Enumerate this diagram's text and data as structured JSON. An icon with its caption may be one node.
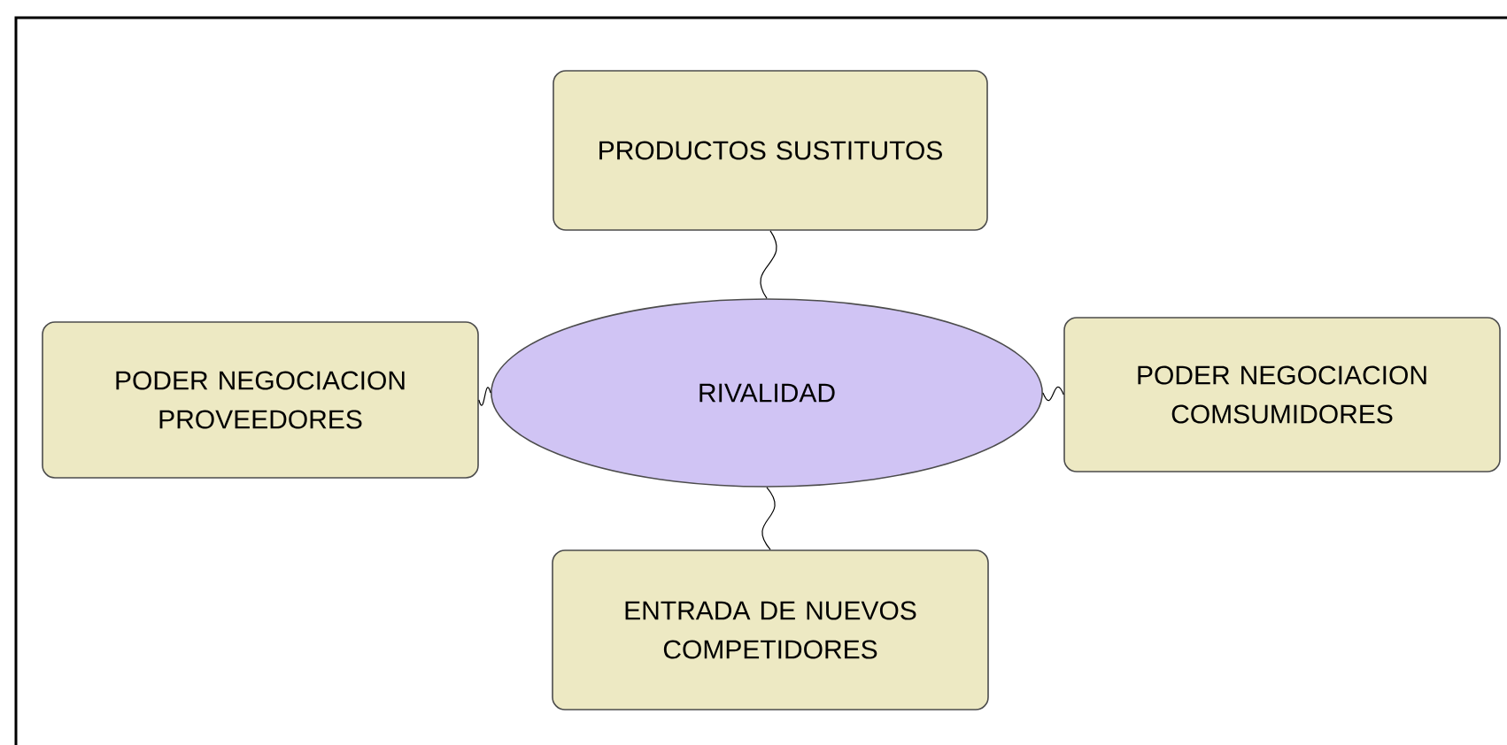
{
  "diagram": {
    "nodes": [
      {
        "text": [
          "RIVALIDAD"
        ]
      },
      {
        "text": [
          "PRODUCTOS SUSTITUTOS"
        ]
      },
      {
        "text": [
          "PODER NEGOCIACION PROVEEDORES"
        ]
      },
      {
        "text": [
          "PODER NEGOCIACION COMSUMIDORES"
        ]
      },
      {
        "text": [
          "ENTRADA DE NUEVOS COMPETIDORES"
        ]
      }
    ],
    "edges": [
      {
        "from": 0,
        "to": 1,
        "arrow": "none"
      },
      {
        "from": 0,
        "to": 2,
        "arrow": "none"
      },
      {
        "from": 0,
        "to": 3,
        "arrow": "none"
      },
      {
        "from": 0,
        "to": 4,
        "arrow": "none"
      }
    ]
  }
}
